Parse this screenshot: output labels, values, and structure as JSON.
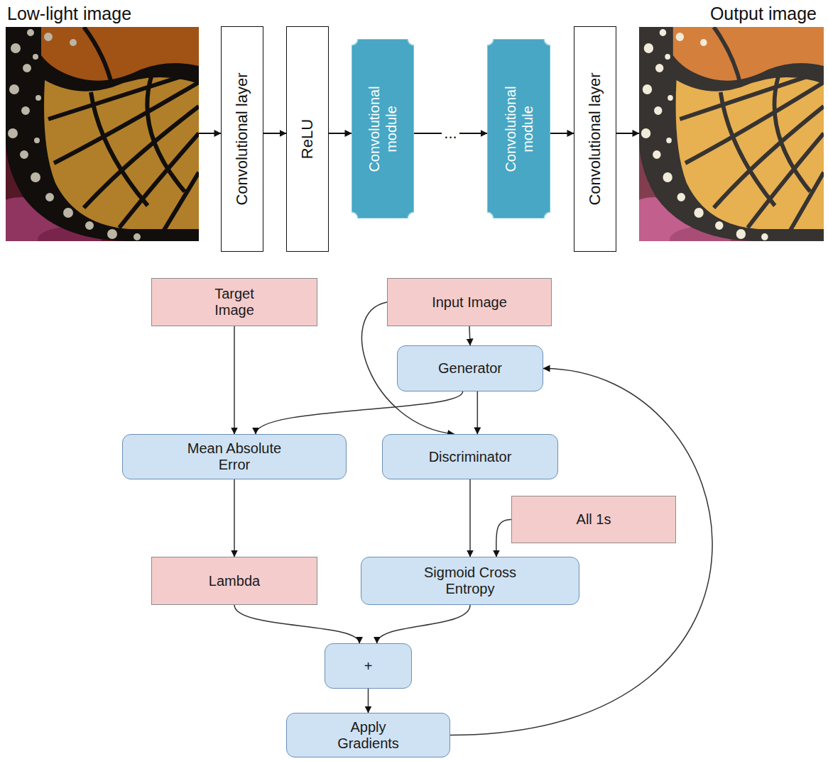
{
  "diagram": {
    "nodes": [
      {
        "text": [
          "Low-light image"
        ]
      },
      {
        "text": [
          "Convolutional layer"
        ]
      },
      {
        "text": [
          "ReLU"
        ]
      },
      {
        "text": [
          "Convolutional module"
        ]
      },
      {
        "text": [
          "Convolutional module"
        ]
      },
      {
        "text": [
          "Convolutional layer"
        ]
      },
      {
        "text": [
          "Output image"
        ]
      },
      {
        "text": [
          "Target Image"
        ]
      },
      {
        "text": [
          "Input Image"
        ]
      },
      {
        "text": [
          "Generator"
        ]
      },
      {
        "text": [
          "Mean Absolute Error"
        ]
      },
      {
        "text": [
          "Discriminator"
        ]
      },
      {
        "text": [
          "All 1s"
        ]
      },
      {
        "text": [
          "Lambda"
        ]
      },
      {
        "text": [
          "Sigmoid Cross Entropy"
        ]
      },
      {
        "text": [
          "+"
        ]
      },
      {
        "text": [
          "Apply Gradients"
        ]
      }
    ],
    "edges": [
      {
        "from": 0,
        "to": 1,
        "arrow": "to"
      },
      {
        "from": 1,
        "to": 2,
        "arrow": "to"
      },
      {
        "from": 2,
        "to": 3,
        "arrow": "to"
      },
      {
        "from": 3,
        "to": 4,
        "label": "...",
        "arrow": "to"
      },
      {
        "from": 4,
        "to": 5,
        "arrow": "to"
      },
      {
        "from": 5,
        "to": 6,
        "arrow": "to"
      },
      {
        "from": 7,
        "to": 10,
        "arrow": "to"
      },
      {
        "from": 8,
        "to": 9,
        "arrow": "to"
      },
      {
        "from": 8,
        "to": 11,
        "arrow": "to"
      },
      {
        "from": 9,
        "to": 10,
        "arrow": "to"
      },
      {
        "from": 9,
        "to": 11,
        "arrow": "to"
      },
      {
        "from": 10,
        "to": 13,
        "arrow": "to"
      },
      {
        "from": 11,
        "to": 14,
        "arrow": "to"
      },
      {
        "from": 12,
        "to": 14,
        "arrow": "to"
      },
      {
        "from": 13,
        "to": 15,
        "arrow": "to"
      },
      {
        "from": 14,
        "to": 15,
        "arrow": "to"
      },
      {
        "from": 15,
        "to": 16,
        "arrow": "to"
      },
      {
        "from": 16,
        "to": 9,
        "arrow": "to"
      }
    ]
  }
}
